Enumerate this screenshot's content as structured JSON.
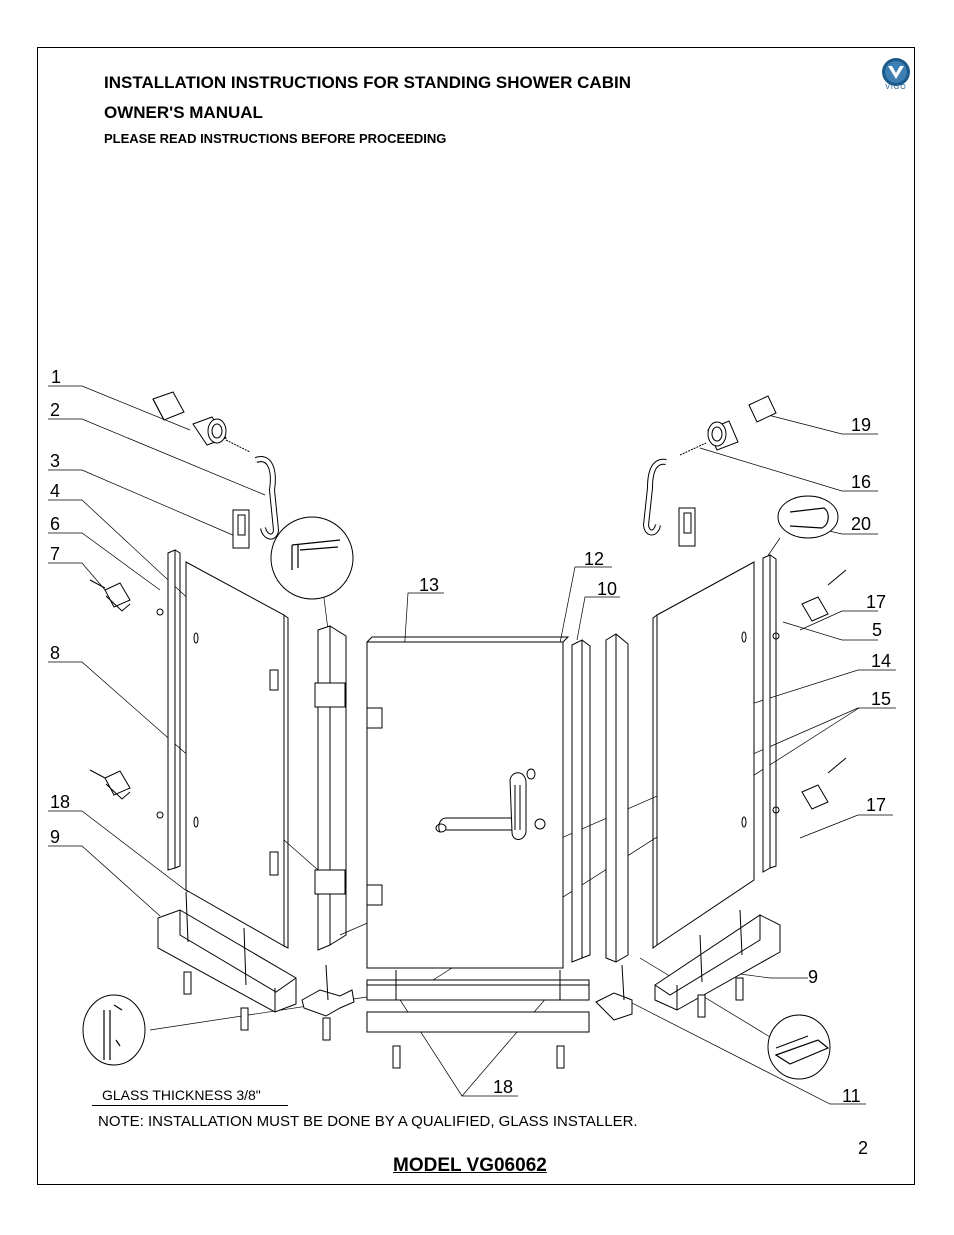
{
  "header": {
    "title": "INSTALLATION INSTRUCTIONS FOR  STANDING SHOWER CABIN",
    "subtitle": "OWNER'S MANUAL",
    "notice": "PLEASE READ INSTRUCTIONS BEFORE PROCEEDING"
  },
  "logo": {
    "text": "VIGO",
    "icon": "vigo-logo-icon",
    "color": "#1a5a8a"
  },
  "callouts": {
    "c1": "1",
    "c2": "2",
    "c3": "3",
    "c4": "4",
    "c6": "6",
    "c7": "7",
    "c8": "8",
    "c18a": "18",
    "c9a": "9",
    "c13": "13",
    "c12": "12",
    "c10": "10",
    "c19": "19",
    "c16": "16",
    "c20": "20",
    "c17a": "17",
    "c5": "5",
    "c14": "14",
    "c15": "15",
    "c17b": "17",
    "c9b": "9",
    "c18b": "18",
    "c11": "11"
  },
  "footer": {
    "glass_thickness": "GLASS THICKNESS 3/8\"",
    "note": "NOTE: INSTALLATION MUST BE DONE BY A QUALIFIED, GLASS INSTALLER.",
    "page_number": "2",
    "model": "MODEL VG06062"
  }
}
